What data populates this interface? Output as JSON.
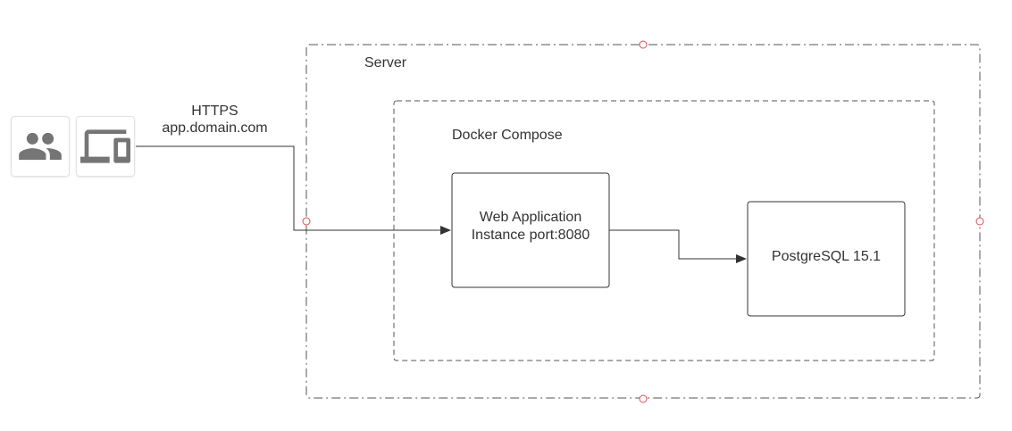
{
  "connection": {
    "protocol": "HTTPS",
    "host": "app.domain.com"
  },
  "containers": {
    "server": "Server",
    "docker_compose": "Docker Compose"
  },
  "nodes": {
    "web_app_line1": "Web Application",
    "web_app_line2": "Instance port:8080",
    "database": "PostgreSQL 15.1"
  },
  "icons": {
    "users": "users-icon",
    "devices": "devices-icon"
  },
  "colors": {
    "line": "#333333",
    "icon": "#757575",
    "connection_point": "#e04b5a"
  }
}
